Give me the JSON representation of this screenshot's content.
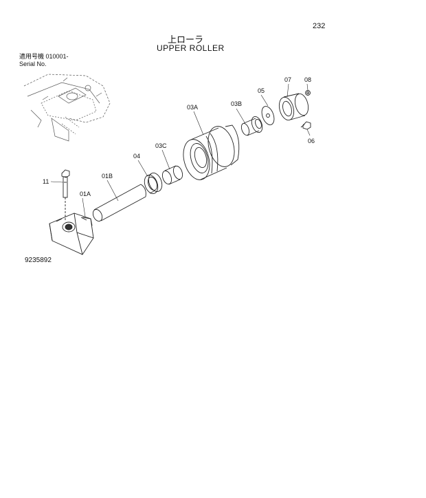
{
  "header": {
    "page_number": "232",
    "title_jp": "上ローラ",
    "title_en": "UPPER ROLLER",
    "serial_line1": "適用号機  010001-",
    "serial_line2": "Serial No."
  },
  "callouts": {
    "p07": "07",
    "p08": "08",
    "p05": "05",
    "p03B": "03B",
    "p03A": "03A",
    "p06": "06",
    "p03C": "03C",
    "p04": "04",
    "p01B": "01B",
    "p11": "11",
    "p01A": "01A"
  },
  "footer": {
    "drawing_number": "9235892"
  }
}
